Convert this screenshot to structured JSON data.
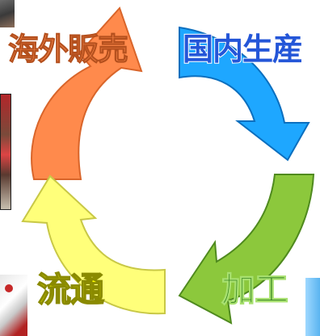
{
  "nodes": [
    {
      "id": "tl",
      "label": "海外販売",
      "color": "#ff8a4c"
    },
    {
      "id": "tr",
      "label": "国内生産",
      "color": "#1ea7ff"
    },
    {
      "id": "br",
      "label": "加工",
      "color": "#8cc83c"
    },
    {
      "id": "bl",
      "label": "流通",
      "color": "#ffff7a"
    }
  ]
}
